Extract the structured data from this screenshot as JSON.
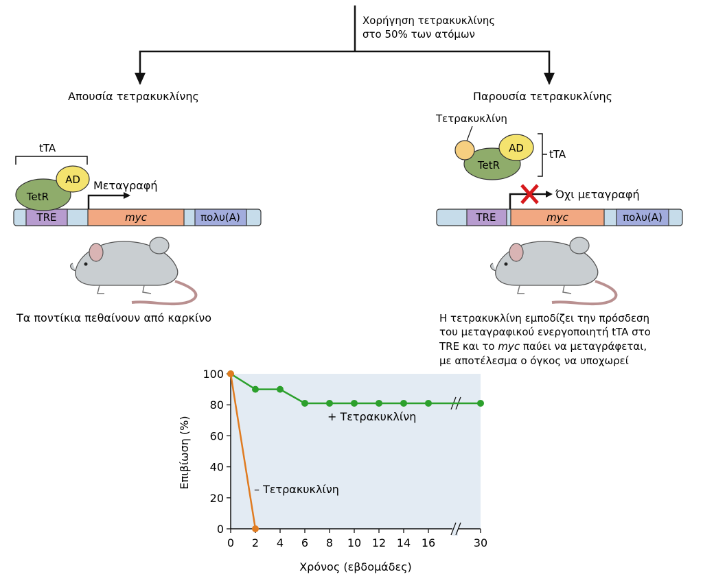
{
  "header": {
    "line1": "Χορήγηση τετρακυκλίνης",
    "line2": "στο 50% των ατόμων"
  },
  "left": {
    "title": "Απουσία τετρακυκλίνης",
    "tta_label": "tTA",
    "tetr_label": "TetR",
    "ad_label": "AD",
    "transcription_label": "Μεταγραφή",
    "tre_label": "TRE",
    "myc_label": "myc",
    "polya_label": "πολυ(A)",
    "caption": "Τα ποντίκια πεθαίνουν από καρκίνο"
  },
  "right": {
    "title": "Παρουσία τετρακυκλίνης",
    "tetracycline_label": "Τετρακυκλίνη",
    "tta_label": "tTA",
    "tetr_label": "TetR",
    "ad_label": "AD",
    "no_transcription_label": "Όχι μεταγραφή",
    "tre_label": "TRE",
    "myc_label": "myc",
    "polya_label": "πολυ(A)",
    "caption_line1": "Η τετρακυκλίνη εμποδίζει την πρόσδεση",
    "caption_line2": "του μεταγραφικού ενεργοποιητή tTA στο",
    "caption_line3a": "TRE και το ",
    "caption_line3_italic": "myc",
    "caption_line3b": " παύει να μεταγράφεται,",
    "caption_line4": "με αποτέλεσμα ο όγκος να υποχωρεί"
  },
  "chart_data": {
    "type": "line",
    "xlabel": "Χρόνος (εβδομάδες)",
    "ylabel": "Επιβίωση (%)",
    "x_ticks": [
      "0",
      "2",
      "4",
      "6",
      "8",
      "10",
      "12",
      "14",
      "16",
      "30"
    ],
    "y_ticks": [
      "0",
      "20",
      "40",
      "60",
      "80",
      "100"
    ],
    "ylim": [
      0,
      100
    ],
    "axis_break": "between 16 and 30",
    "grid": false,
    "series": [
      {
        "name": "+ Τετρακυκλίνη",
        "color": "#2ca02c",
        "x": [
          0,
          2,
          4,
          6,
          8,
          10,
          12,
          14,
          16,
          30
        ],
        "y": [
          100,
          90,
          90,
          81,
          81,
          81,
          81,
          81,
          81,
          81
        ]
      },
      {
        "name": "– Τετρακυκλίνη",
        "color": "#e07b20",
        "x": [
          0,
          2
        ],
        "y": [
          100,
          0
        ]
      }
    ],
    "plot_background": "#e3ebf3"
  }
}
